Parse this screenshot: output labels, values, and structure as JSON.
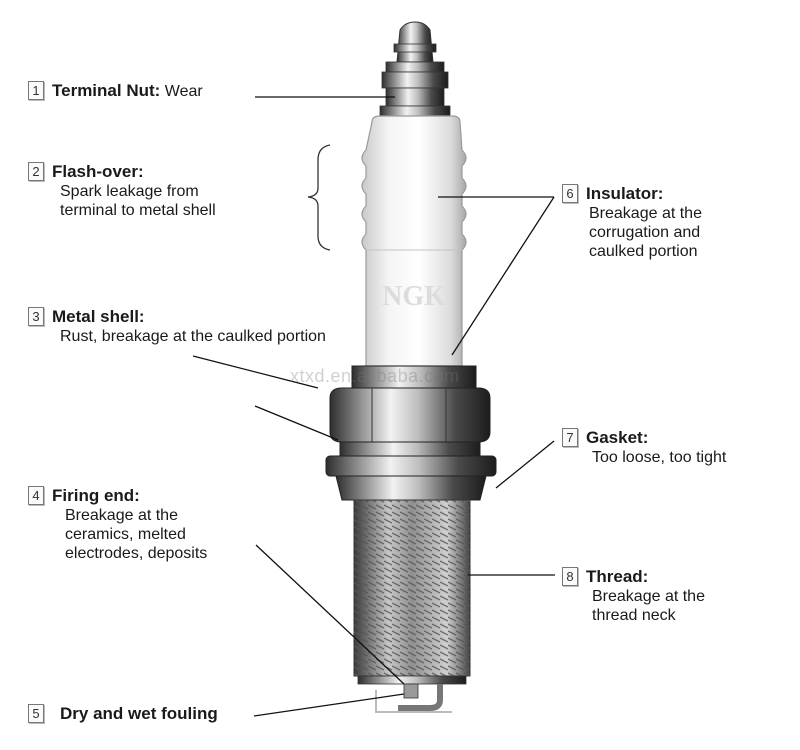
{
  "watermark": "xtxd.en.alibaba.com",
  "parts": [
    {
      "num": "1",
      "title": "Terminal Nut:",
      "desc": "Wear"
    },
    {
      "num": "2",
      "title": "Flash-over:",
      "desc": "Spark leakage from terminal to metal shell"
    },
    {
      "num": "3",
      "title": "Metal shell:",
      "desc": "Rust, breakage at the caulked portion"
    },
    {
      "num": "4",
      "title": "Firing end:",
      "desc": "Breakage at the ceramics, melted electrodes, deposits"
    },
    {
      "num": "5",
      "title": "Dry and wet fouling",
      "desc": ""
    },
    {
      "num": "6",
      "title": "Insulator:",
      "desc": "Breakage at the corrugation and caulked portion"
    },
    {
      "num": "7",
      "title": "Gasket:",
      "desc": "Too loose, too tight"
    },
    {
      "num": "8",
      "title": "Thread:",
      "desc": "Breakage at the thread neck"
    }
  ]
}
